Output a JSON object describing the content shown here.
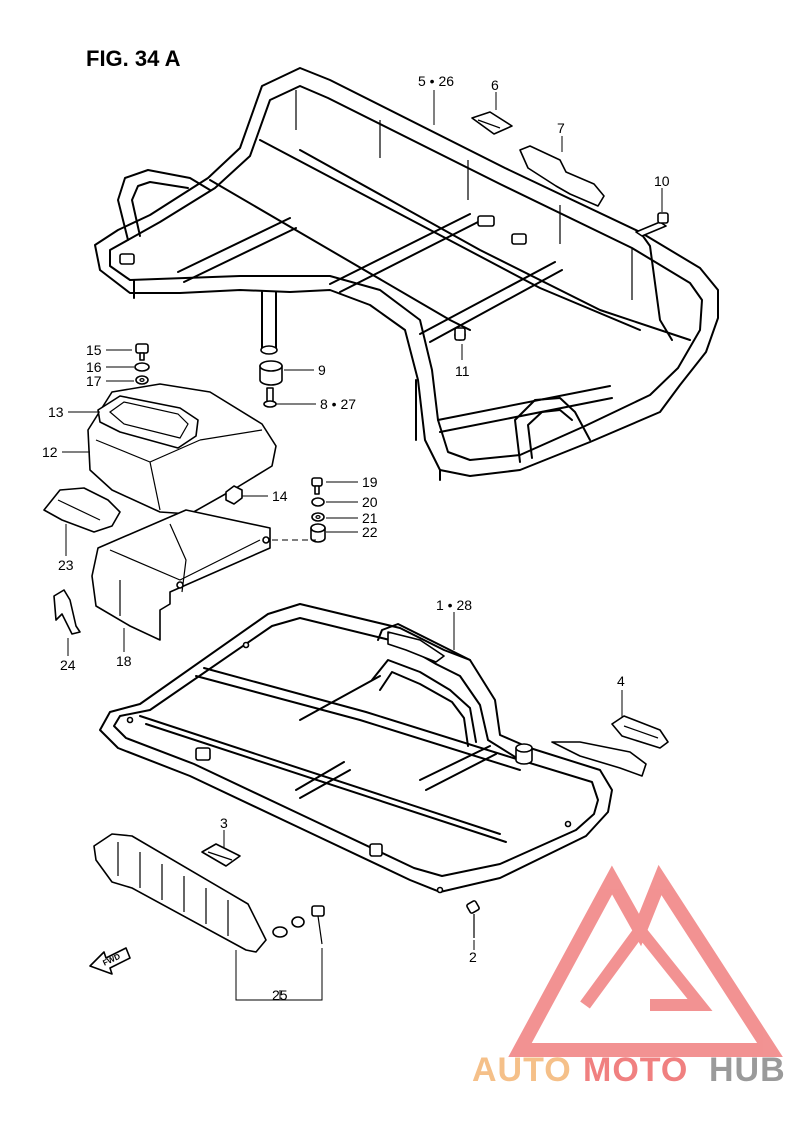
{
  "figure": {
    "title": "FIG. 34 A"
  },
  "callouts": {
    "c5_26": "5 • 26",
    "c6": "6",
    "c7": "7",
    "c10": "10",
    "c9": "9",
    "c11": "11",
    "c8_27": "8 • 27",
    "c15": "15",
    "c16": "16",
    "c17": "17",
    "c13": "13",
    "c12": "12",
    "c14": "14",
    "c19": "19",
    "c20": "20",
    "c21": "21",
    "c22": "22",
    "c23": "23",
    "c24": "24",
    "c18": "18",
    "c1_28": "1 • 28",
    "c4": "4",
    "c3": "3",
    "c2": "2",
    "c25": "25"
  },
  "direction_arrow": {
    "label": "FWD"
  },
  "watermark": {
    "word_auto": "AUTO",
    "word_moto": "MOTO",
    "word_hub": "HUB",
    "colors": {
      "logo": "#f08080",
      "auto": "#f5c089",
      "moto": "#f08080",
      "hub": "#9a9a9a"
    }
  }
}
